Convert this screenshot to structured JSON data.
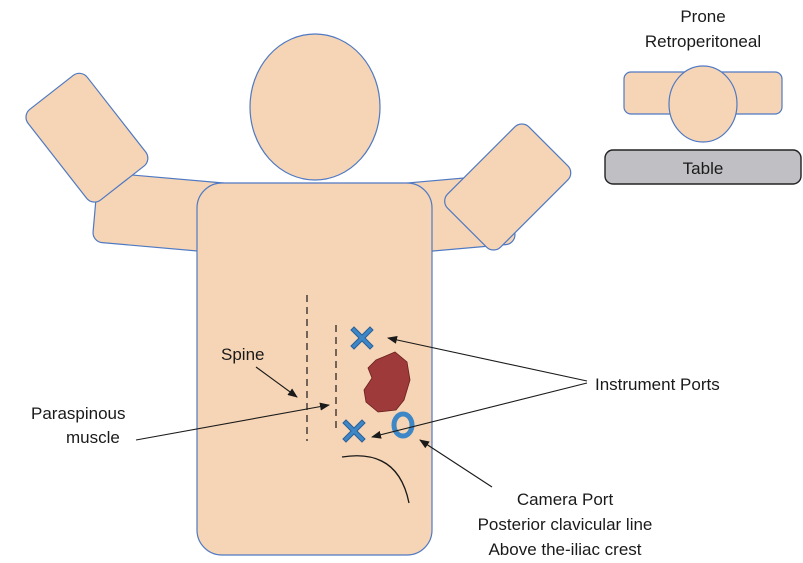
{
  "inset": {
    "title_line1": "Prone",
    "title_line2": "Retroperitoneal",
    "table_label": "Table"
  },
  "labels": {
    "spine": "Spine",
    "paraspinous_line1": "Paraspinous",
    "paraspinous_line2": "muscle",
    "instrument_ports": "Instrument Ports",
    "camera_line1": "Camera Port",
    "camera_line2": "Posterior clavicular line",
    "camera_line3": "Above the-iliac crest"
  },
  "colors": {
    "skin": "#f6d5b6",
    "outline": "#4f79c2",
    "port": "#3d87c7",
    "kidney": "#9e3a3a",
    "table": "#c0c0c4"
  }
}
